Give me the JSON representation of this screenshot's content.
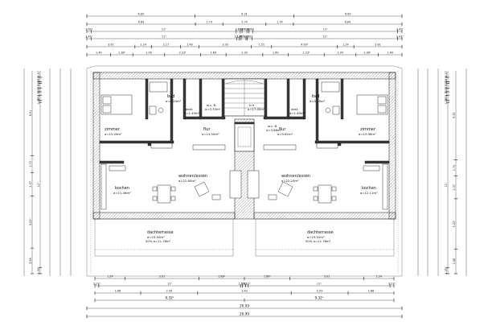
{
  "dims": {
    "top": [
      [
        "6.89",
        "6.31",
        "6.89"
      ],
      [
        "6.89",
        "1.74",
        "2.74",
        "1.74",
        "6.89"
      ],
      [
        "3.61⁵",
        "11⁵",
        "3.24",
        "1.40⁵",
        "3.93",
        "1.40⁵",
        "3.24",
        "11⁵",
        "3.41⁵"
      ],
      [
        "3.41⁵",
        "11⁵",
        "2.13⁵",
        "1.40⁵",
        "3.93",
        "1.01",
        "3.93",
        "11⁵",
        "3.41⁵"
      ],
      [
        "3.61",
        "1.24",
        "2.17",
        "1.40",
        "3.93",
        "1.51",
        "4.93⁵",
        "1.24",
        "3.61"
      ],
      [
        "1.49",
        "1.38⁵",
        "1.99",
        "2.23⁵",
        "1.60",
        "2.30",
        "1.60",
        "2.23⁵",
        "1.99",
        "1.38⁵",
        "1.49"
      ]
    ],
    "bottom": [
      [
        "1.24",
        "3.01",
        "1.86⁵",
        "1.86⁵",
        "3.01",
        "1.24"
      ],
      [
        "3.21⁵",
        "11⁵",
        "1.51",
        "2.61",
        "2.11⁵",
        "11⁵",
        "3.21⁵"
      ],
      [
        "1.68",
        "2.09",
        "3.43",
        "2.09",
        "1.68"
      ],
      [
        "9.32⁵",
        "9.32⁵"
      ],
      [
        "20.09"
      ],
      [
        "20.99"
      ]
    ],
    "left": [
      "4.47",
      "3.18",
      "1.06⁵",
      "3.51",
      "2.35",
      "2.35",
      "3.51",
      "1.49",
      "11⁵",
      "4.35⁵",
      "8.51",
      "1.70",
      "2.37",
      "5.22⁵",
      "2.58"
    ],
    "right": [
      "4.47",
      "3.18",
      "1.06⁵",
      "3.51",
      "2.35",
      "2.35",
      "3.51",
      "1.49",
      "11⁵",
      "4.35⁵",
      "9.25",
      "1.70",
      "2.37",
      "5.22⁵",
      "2.58"
    ]
  },
  "rooms": {
    "zimmer_left": {
      "name": "zimmer",
      "area": "a=15.09m²"
    },
    "zimmer_right": {
      "name": "zimmer",
      "area": "a=13.98m²"
    },
    "bad_left": {
      "name": "bad",
      "area": "a=6.24m²"
    },
    "bad_right": {
      "name": "bad",
      "area": "a=5.18m²"
    },
    "abst_left": {
      "name": "abst.",
      "area": "a=1.49m²"
    },
    "abst_right": {
      "name": "abst.",
      "area": "a=1.49m²"
    },
    "flur_left": {
      "name": "flur",
      "area": "a=14.50m²"
    },
    "flur_right": {
      "name": "flur",
      "area": "a=9.82m²"
    },
    "wc_left": {
      "name": "w.c. B.",
      "area": "a=3.33m²"
    },
    "wc_right": {
      "name": "w.c. B.",
      "area": "a=3.68m²"
    },
    "trh": {
      "name": "tr.h.",
      "area": "a=17.00m²"
    },
    "wohnen_left": {
      "name": "wohnen/essen",
      "area": "a=22.60m²"
    },
    "wohnen_right": {
      "name": "wohnen/essen",
      "area": "a=22.20m²"
    },
    "kochen_left": {
      "name": "kochen",
      "area": "a=11.46m²"
    },
    "kochen_right": {
      "name": "kochen",
      "area": "a=12.11m²"
    },
    "terrasse_left": {
      "name": "dachterrasse",
      "area": "a=23.50m²",
      "note": "50% a=11.76m²"
    },
    "terrasse_right": {
      "name": "dachterrasse",
      "area": "a=23.50m²",
      "note": "50% a=11.76m²"
    }
  }
}
